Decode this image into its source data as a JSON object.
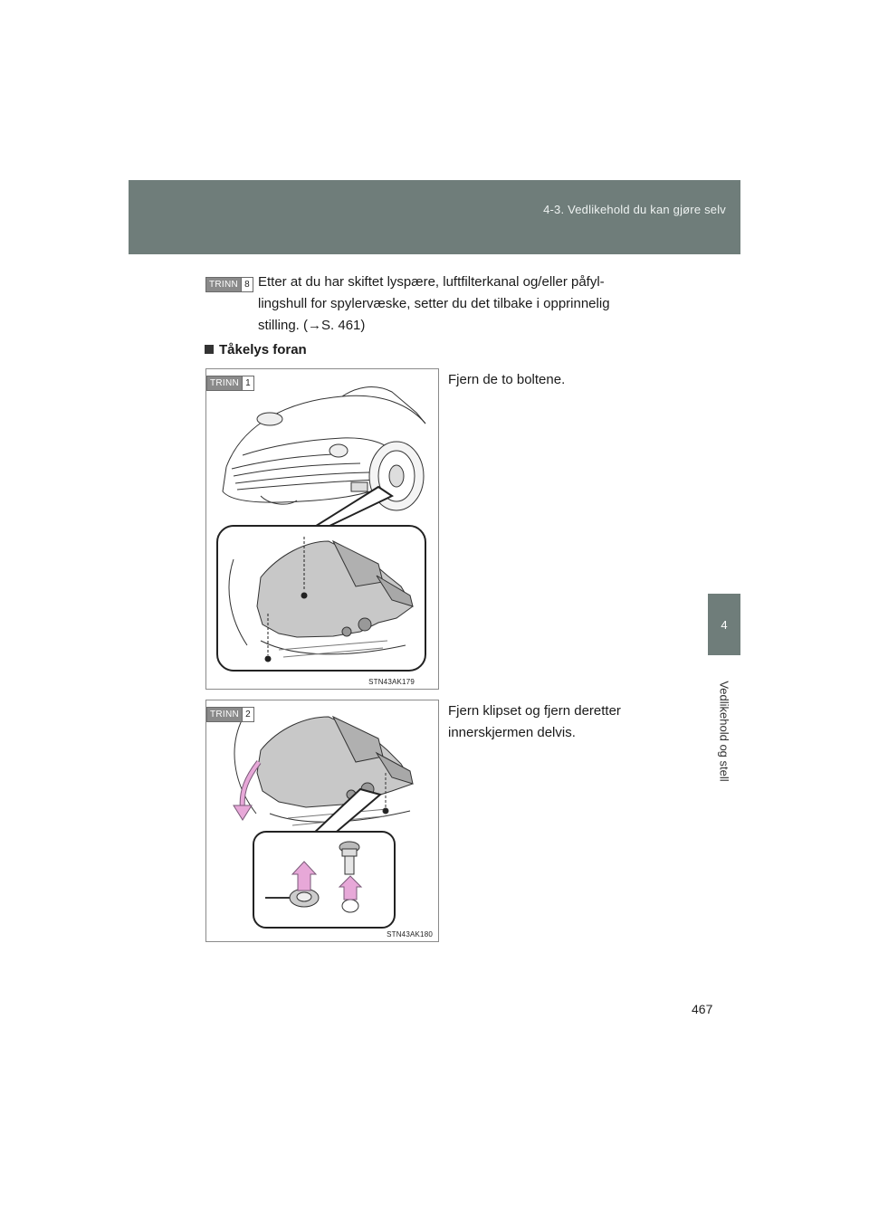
{
  "header": {
    "section_title": "4-3. Vedlikehold du kan gjøre selv"
  },
  "side_tab": {
    "chapter_number": "4",
    "chapter_label": "Vedlikehold og stell"
  },
  "page_number": "467",
  "step8": {
    "badge_word": "TRINN",
    "badge_number": "8",
    "text_line1": "Etter at du har skiftet lyspære, luftfilterkanal og/eller påfyl-",
    "text_line2": "lingshull for spylervæske, setter du det tilbake i opprinnelig",
    "text_line3_prefix": "stilling. (",
    "arrow": "→",
    "text_line3_suffix": "S. 461)"
  },
  "section": {
    "title": "Tåkelys foran"
  },
  "step1": {
    "badge_word": "TRINN",
    "badge_number": "1",
    "instruction": "Fjern de to boltene.",
    "figure_code": "STN43AK179"
  },
  "step2": {
    "badge_word": "TRINN",
    "badge_number": "2",
    "instruction_line1": "Fjern klipset og fjern deretter",
    "instruction_line2": "innerskjermen delvis.",
    "figure_code": "STN43AK180"
  },
  "colors": {
    "header_band": "#6f7d7a",
    "badge_gray": "#8a8a8a",
    "arrow_pink": "#e7a8d8"
  }
}
